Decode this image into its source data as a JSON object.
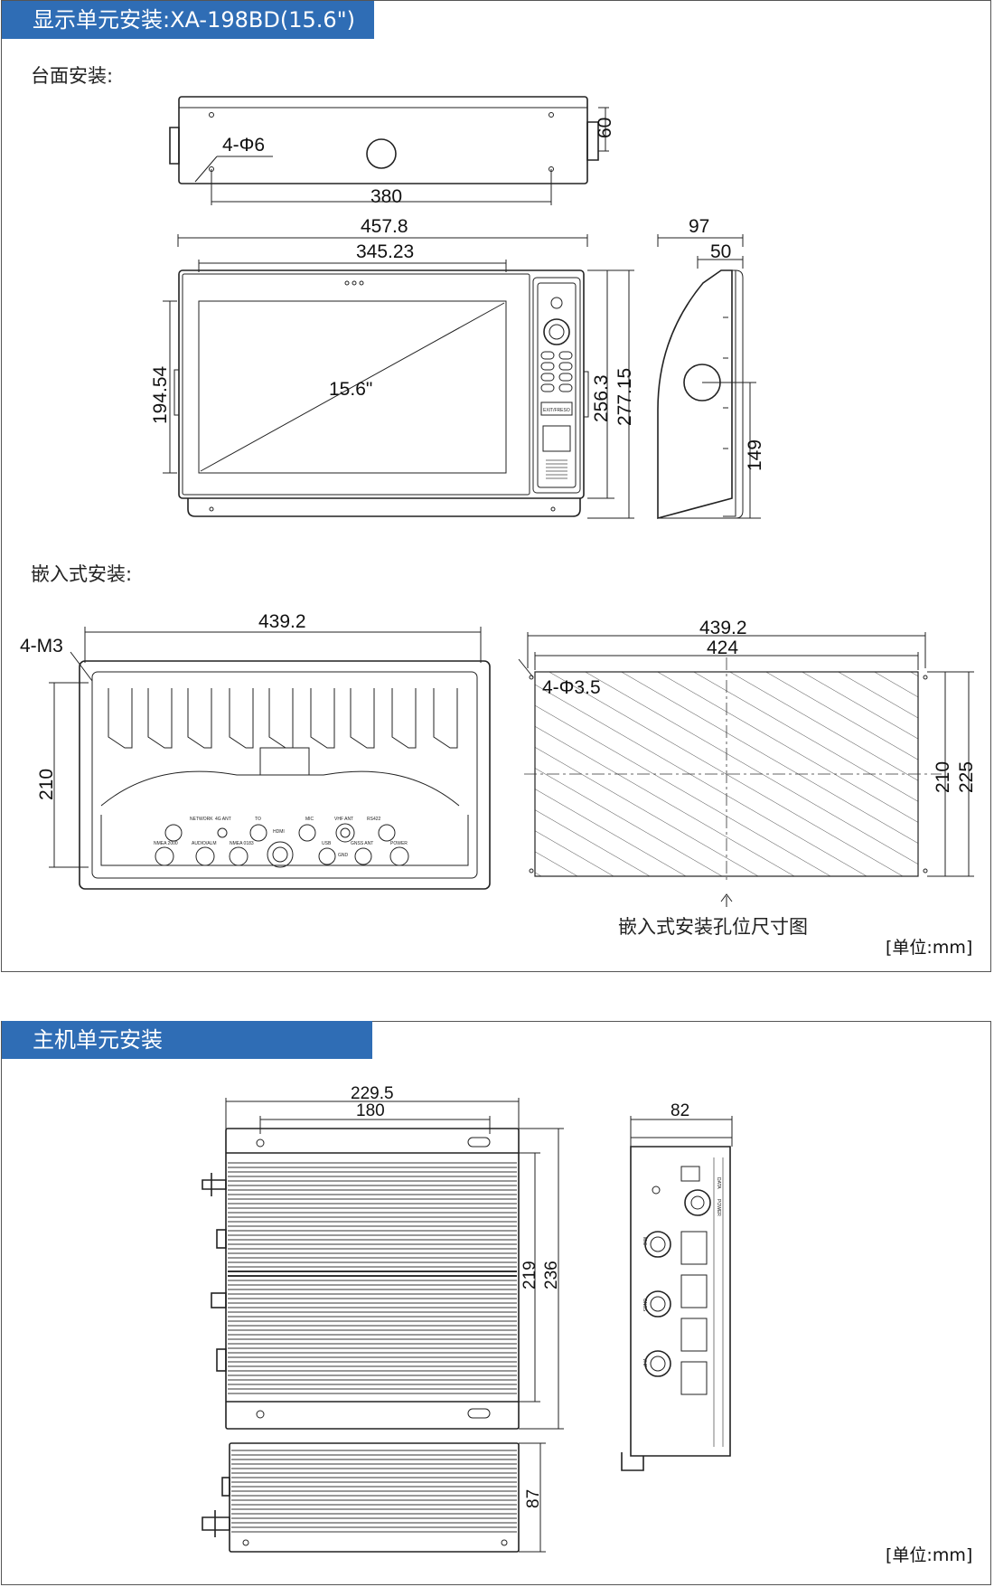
{
  "section1": {
    "title": "显示单元安装:XA-198BD(15.6\")",
    "desk_label": "台面安装:",
    "embed_label": "嵌入式安装:",
    "cutout_caption": "嵌入式安装孔位尺寸图",
    "unit": "[单位:mm]",
    "dims": {
      "holes_top": "4-Φ6",
      "hole_span": "380",
      "bracket_height": "60",
      "overall_width": "457.8",
      "screen_width": "345.23",
      "diagonal": "15.6\"",
      "screen_height": "194.54",
      "body_height": "256.3",
      "overall_height": "277.15",
      "depth": "97",
      "depth_inner": "50",
      "pivot_height": "149",
      "rear_holes": "4-M3",
      "rear_width": "439.2",
      "rear_height": "210",
      "cut_outer_width": "439.2",
      "cut_inner_width": "424",
      "cut_holes": "4-Φ3.5",
      "cut_inner_height": "210",
      "cut_outer_height": "225"
    },
    "panel_buttons_label": "EXIT/FRESO",
    "connectors": [
      "NETWORK",
      "4G ANT",
      "TO",
      "MIC",
      "VHF ANT",
      "RS422",
      "NMEA 2000",
      "AUDIO/ALM",
      "NMEA 0183",
      "HDMI",
      "USB",
      "GNSS ANT",
      "POWER",
      "GND"
    ]
  },
  "section2": {
    "title": "主机单元安装",
    "unit": "[单位:mm]",
    "dims": {
      "overall_width": "229.5",
      "hole_span": "180",
      "inner_height": "219",
      "overall_height": "236",
      "depth": "82",
      "side_height": "87"
    },
    "side_labels": [
      "DATA",
      "POWER",
      "MIC",
      "GNSS",
      "VHF"
    ]
  }
}
